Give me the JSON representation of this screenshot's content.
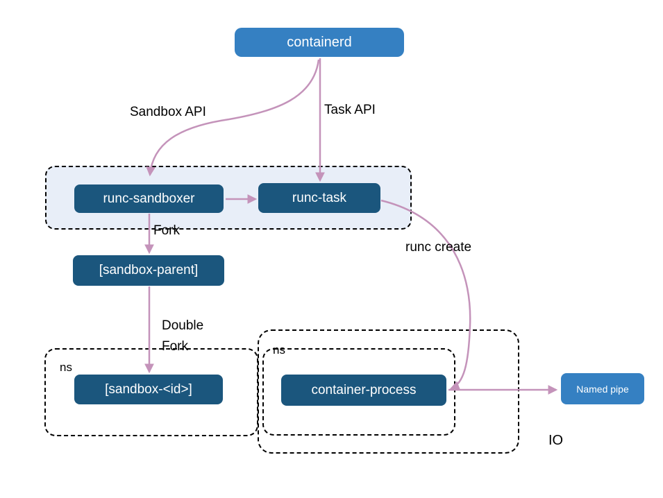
{
  "colors": {
    "box_dark": "#1b567d",
    "box_blue": "#3580c2",
    "group_fill": "#e8eef8",
    "arrow": "#c493ba",
    "dash": "#000000",
    "label": "#000000"
  },
  "nodes": {
    "containerd": "containerd",
    "runc_sandboxer": "runc-sandboxer",
    "runc_task": "runc-task",
    "sandbox_parent": "[sandbox-parent]",
    "sandbox_id": "[sandbox-<id>]",
    "container_process": "container-process",
    "named_pipe": "Named pipe"
  },
  "labels": {
    "sandbox_api": "Sandbox API",
    "task_api": "Task API",
    "fork": "Fork",
    "double_fork": "Double\nFork",
    "runc_create": "runc create",
    "ns_left": "ns",
    "ns_right": "ns",
    "io": "IO"
  }
}
